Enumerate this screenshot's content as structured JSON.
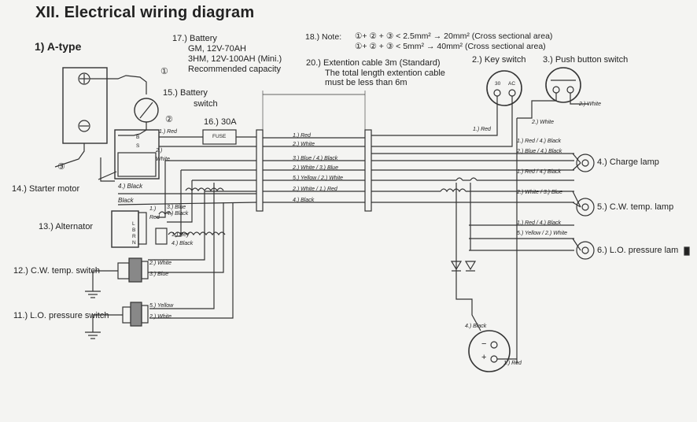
{
  "title": "XII. Electrical wiring diagram",
  "subtitle": "1) A-type",
  "battery": {
    "label": "17.) Battery",
    "line1": "GM, 12V-70AH",
    "line2": "3HM, 12V-100AH (Mini.)",
    "line3": "Recommended capacity"
  },
  "note": {
    "label": "18.) Note:",
    "line1": "①+ ② + ③ < 2.5mm² → 20mm² (Cross sectional area)",
    "line2": "①+ ② + ③ < 5mm² → 40mm² (Cross sectional area)"
  },
  "extension": {
    "line1": "20.) Extention cable 3m (Standard)",
    "line2": "The total length extention cable",
    "line3": "must be less than 6m"
  },
  "components": {
    "key_switch": "2.) Key switch",
    "push_button": "3.) Push button switch",
    "battery_switch_1": "15.) Battery",
    "battery_switch_2": "switch",
    "fuse_label": "16.) 30A",
    "fuse_text": "FUSE",
    "starter": "14.) Starter motor",
    "alternator": "13.) Alternator",
    "cw_switch": "12.) C.W. temp. switch",
    "lo_switch": "11.) L.O. pressure switch",
    "charge_lamp": "4.) Charge lamp",
    "cw_lamp": "5.) C.W. temp. lamp",
    "lo_lamp": "6.) L.O. pressure lam"
  },
  "harness_wires": [
    "1.) Red",
    "2.) White",
    "3.) Blue / 4.) Black",
    "2.) White / 3.) Blue",
    "5.) Yellow / 2.) White",
    "2.) White / 1.) Red",
    "4.) Black"
  ],
  "right_wires": {
    "red_top": "1.) Red",
    "white_top": "2.) White",
    "white_push": "2.) White",
    "rb1": "1.) Red / 4.) Black",
    "bb": "2.) Blue / 4.) Black",
    "rb2": "1.) Red / 4.) Black",
    "wb": "2.) White / 3.) Blue",
    "rb3": "1.) Red / 4.) Black",
    "yw": "5.) Yellow / 2.) White",
    "black": "4.) Black",
    "red_bottom": "1.) Red"
  },
  "left_wires": {
    "red": "1.) Red",
    "white": "2.)",
    "white2": "White",
    "black1": "4.) Black",
    "black2": "Black",
    "alt1": "1.)",
    "alt_red": "Red",
    "blue": "3.) Blue",
    "alt_black": "4.) Black",
    "rey": "1.) Rey",
    "alt_black2": "4.) Black",
    "cw_white": "2.) White",
    "cw_blue": "3.) Blue",
    "lo_yellow": "5.) Yellow",
    "lo_white": "2.) White"
  },
  "markers": {
    "one": "①",
    "two": "②",
    "three": "③",
    "B": "B",
    "S": "S",
    "L": "L",
    "B2": "B",
    "R": "R",
    "N": "N",
    "thirty": "30",
    "AC": "AC",
    "minus": "−",
    "plus": "+"
  }
}
